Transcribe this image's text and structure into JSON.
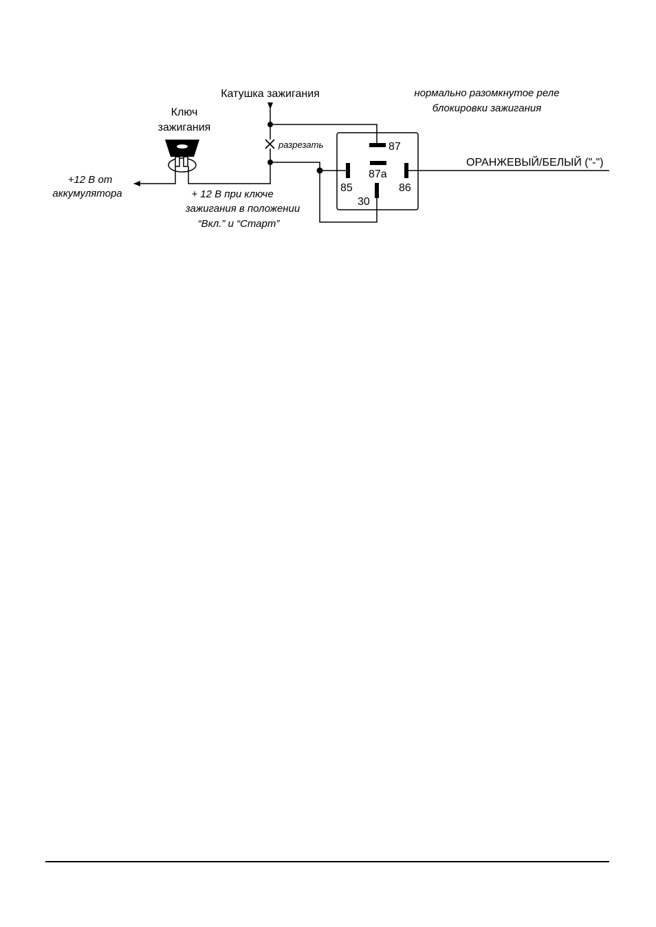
{
  "labels": {
    "coil": "Катушка зажигания",
    "relay_line1": "нормально разомкнутое реле",
    "relay_line2": "блокировки зажигания",
    "key_line1": "Ключ",
    "key_line2": "зажигания",
    "cut": "разрезать",
    "battery_line1": "+12 В от",
    "battery_line2": "аккумулятора",
    "ign_line1": "+ 12 В при ключе",
    "ign_line2": "зажигания в положении",
    "ign_line3": "“Вкл.”  и “Старт”",
    "wire_color": "ОРАНЖЕВЫЙ/БЕЛЫЙ (\"-\")"
  },
  "relay": {
    "pins": {
      "p87": "87",
      "p87a": "87a",
      "p85": "85",
      "p86": "86",
      "p30": "30"
    }
  },
  "colors": {
    "line": "#000000",
    "background": "#ffffff"
  }
}
